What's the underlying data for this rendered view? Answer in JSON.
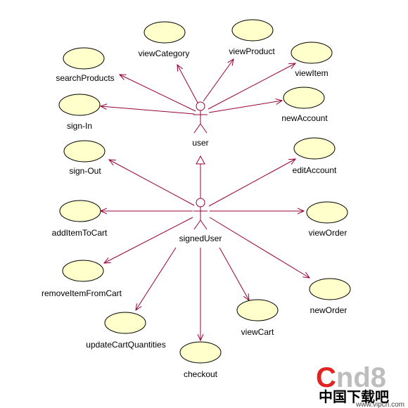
{
  "colors": {
    "ellipse_fill": "#ffffcc",
    "ellipse_stroke": "#000000",
    "line": "#990033",
    "actor": "#990033",
    "watermark_cn_red": "#e32222",
    "watermark_gray": "#bdbdbd"
  },
  "actors": {
    "user": "user",
    "signed_user": "signedUser"
  },
  "use_cases": {
    "search_products": "searchProducts",
    "view_category": "viewCategory",
    "view_product": "viewProduct",
    "view_item": "viewItem",
    "sign_in": "sign-In",
    "new_account": "newAccount",
    "sign_out": "sign-Out",
    "edit_account": "editAccount",
    "add_item_to_cart": "addItemToCart",
    "view_order": "viewOrder",
    "remove_item_from_cart": "removeItemFromCart",
    "new_order": "newOrder",
    "update_cart_quantities": "updateCartQuantities",
    "view_cart": "viewCart",
    "checkout": "checkout"
  },
  "watermark": {
    "brand_c": "C",
    "brand_rest": "nd8",
    "chinese": "中国下载吧",
    "url": "www.vipcn.com"
  }
}
